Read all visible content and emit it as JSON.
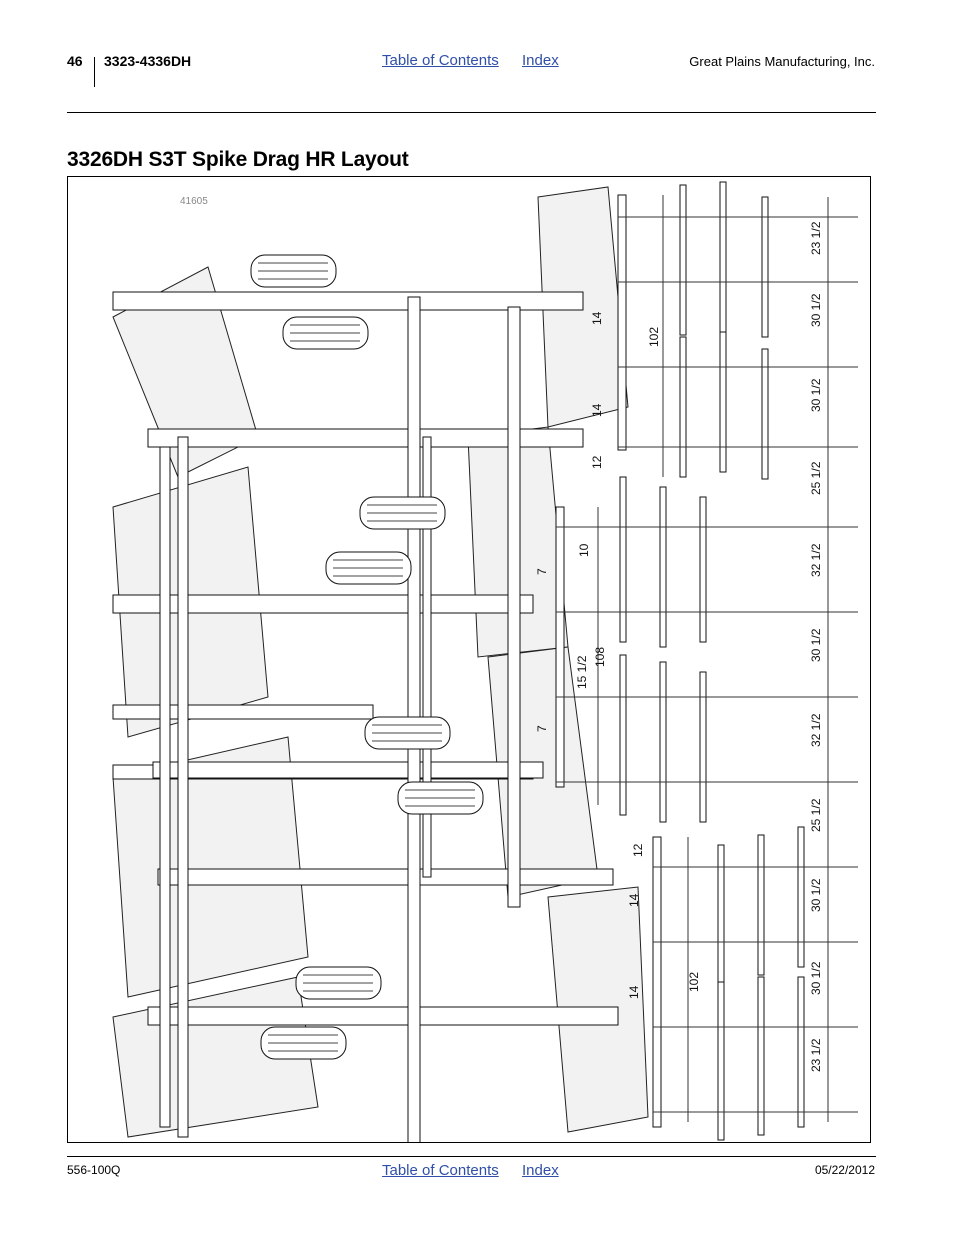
{
  "header": {
    "page_number": "46",
    "model": "3323-4336DH",
    "toc_link": "Table of Contents",
    "index_link": "Index",
    "company": "Great Plains Manufacturing, Inc."
  },
  "section_title": "3326DH S3T Spike Drag HR Layout",
  "figure": {
    "figure_id": "41605",
    "dimensions": {
      "outer_right": [
        "23 1/2",
        "30 1/2",
        "30 1/2",
        "25 1/2",
        "32 1/2",
        "30 1/2",
        "32 1/2",
        "25 1/2",
        "30 1/2",
        "30 1/2",
        "23 1/2"
      ],
      "inner": [
        "14",
        "14",
        "12",
        "10",
        "7",
        "15 1/2",
        "7",
        "12",
        "14",
        "14"
      ],
      "spans": [
        "102",
        "108",
        "102"
      ]
    }
  },
  "footer": {
    "doc_number": "556-100Q",
    "toc_link": "Table of Contents",
    "index_link": "Index",
    "date": "05/22/2012"
  }
}
